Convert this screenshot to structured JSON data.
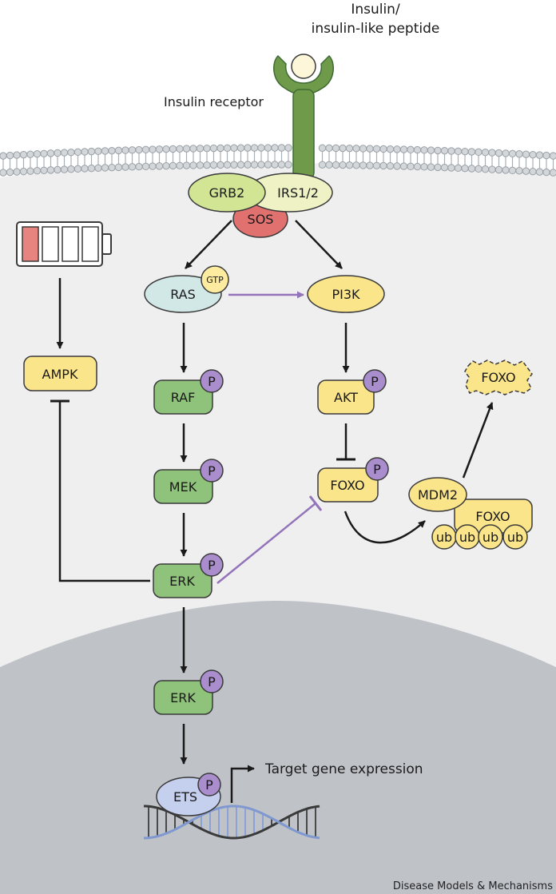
{
  "labels": {
    "ligand_line1": "Insulin/",
    "ligand_line2": "insulin-like peptide",
    "receptor": "Insulin receptor",
    "target_gene": "Target gene expression",
    "footer": "Disease Models & Mechanisms"
  },
  "nodes": {
    "grb2": "GRB2",
    "irs": "IRS1/2",
    "sos": "SOS",
    "ras": "RAS",
    "gtp": "GTP",
    "pi3k": "PI3K",
    "ampk": "AMPK",
    "raf": "RAF",
    "mek": "MEK",
    "erk": "ERK",
    "erk_nuclear": "ERK",
    "akt": "AKT",
    "foxo": "FOXO",
    "foxo_complex": "FOXO",
    "foxo_degraded": "FOXO",
    "mdm2": "MDM2",
    "ets": "ETS",
    "phospho": "P",
    "ubiquitin": "ub"
  },
  "colors": {
    "green": "#8fc27a",
    "green_stroke": "#3f6b35",
    "yellow": "#fbe58a",
    "pale_yellow": "#eef2c4",
    "lime": "#d1e595",
    "sos_red": "#e0716f",
    "ras_teal": "#d2e8e6",
    "ets_blue": "#c5cfee",
    "phospho_purple": "#a98dcc",
    "receptor": "#6e9a4a",
    "arrow_purple": "#9373b9",
    "cytoplasm": "#efeff0",
    "nucleus": "#bfc3c8",
    "battery_red": "#e78480"
  }
}
